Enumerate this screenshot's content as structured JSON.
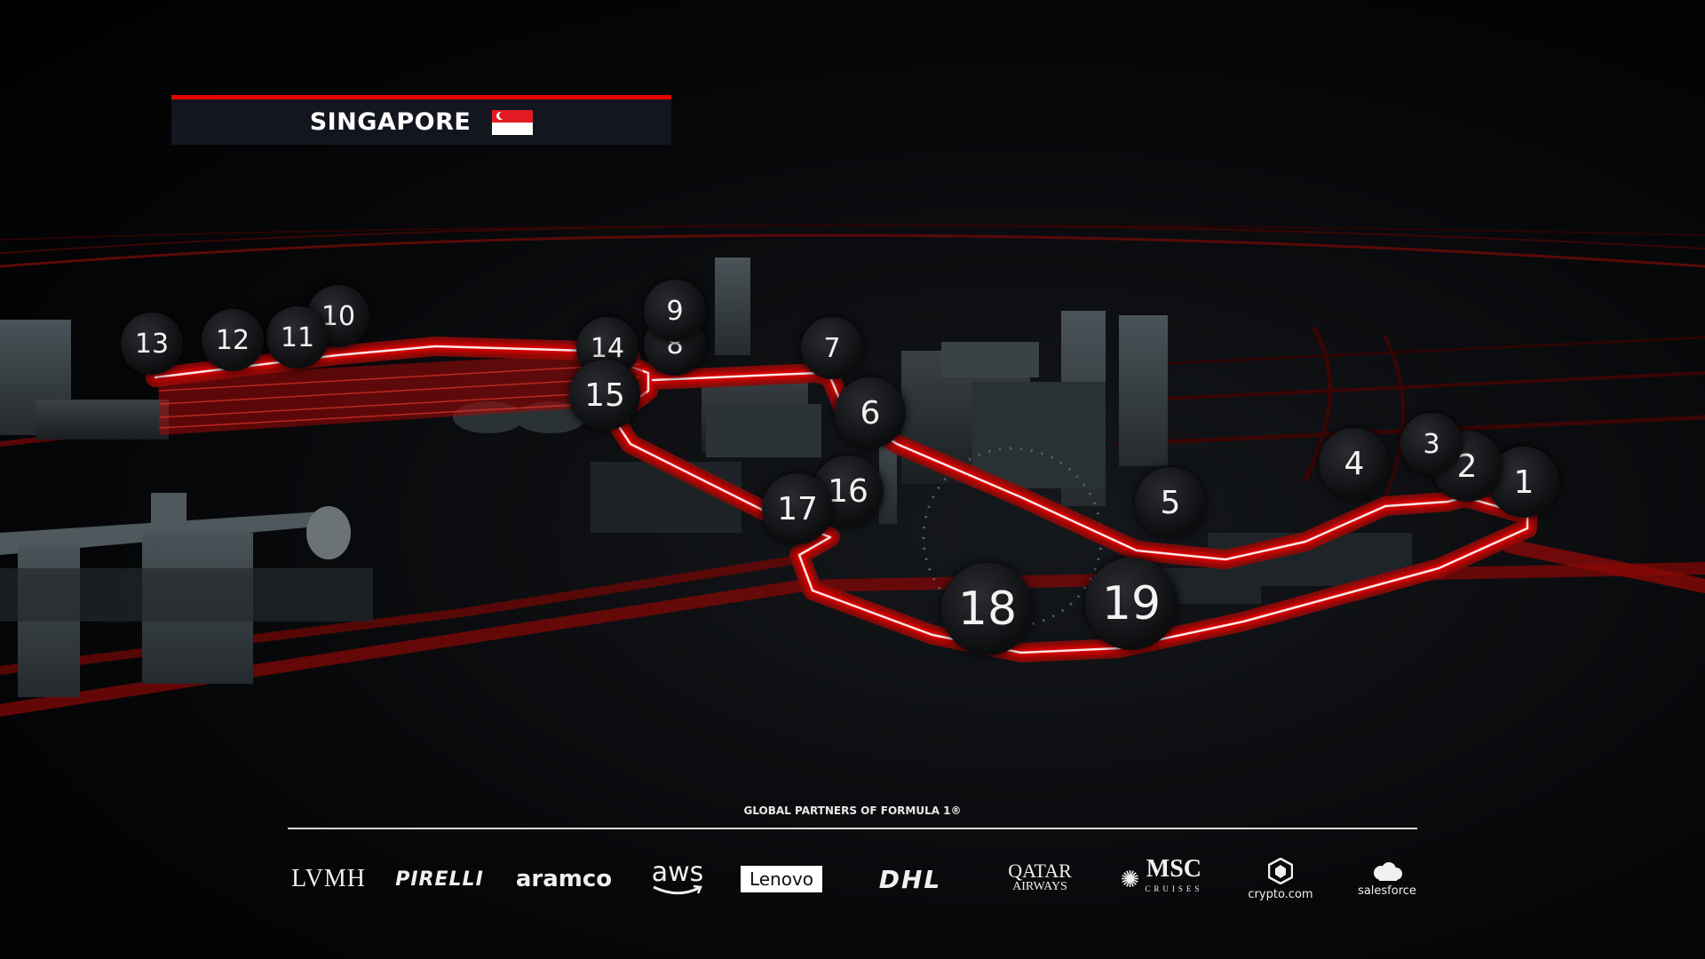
{
  "header": {
    "title": "SINGAPORE",
    "flag_colors": {
      "red": "#e21b22",
      "white": "#ffffff"
    }
  },
  "track": {
    "accent_color": "#e10600",
    "turns": [
      "1",
      "2",
      "3",
      "4",
      "5",
      "6",
      "7",
      "8",
      "9",
      "10",
      "11",
      "12",
      "13",
      "14",
      "15",
      "16",
      "17",
      "18",
      "19"
    ]
  },
  "partners": {
    "title": "GLOBAL PARTNERS OF FORMULA 1®",
    "logos": {
      "lvmh": "LVMH",
      "pirelli": "PIRELLI",
      "aramco": "aramco",
      "aws": "aws",
      "lenovo": "Lenovo",
      "dhl": "DHL",
      "qatar": "QATAR",
      "qatar_sub": "AIRWAYS",
      "msc": "MSC",
      "msc_sub": "CRUISES",
      "crypto": "crypto.com",
      "salesforce": "salesforce"
    }
  }
}
